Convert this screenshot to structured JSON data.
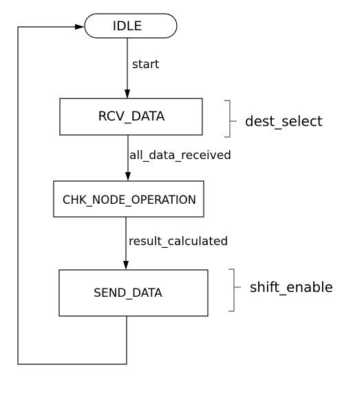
{
  "diagram": {
    "states": {
      "idle": "IDLE",
      "rcv_data": "RCV_DATA",
      "chk_node_operation": "CHK_NODE_OPERATION",
      "send_data": "SEND_DATA"
    },
    "transitions": {
      "start": "start",
      "all_data_received": "all_data_received",
      "result_calculated": "result_calculated"
    },
    "annotations": {
      "dest_select": "dest_select",
      "shift_enable": "shift_enable"
    }
  }
}
